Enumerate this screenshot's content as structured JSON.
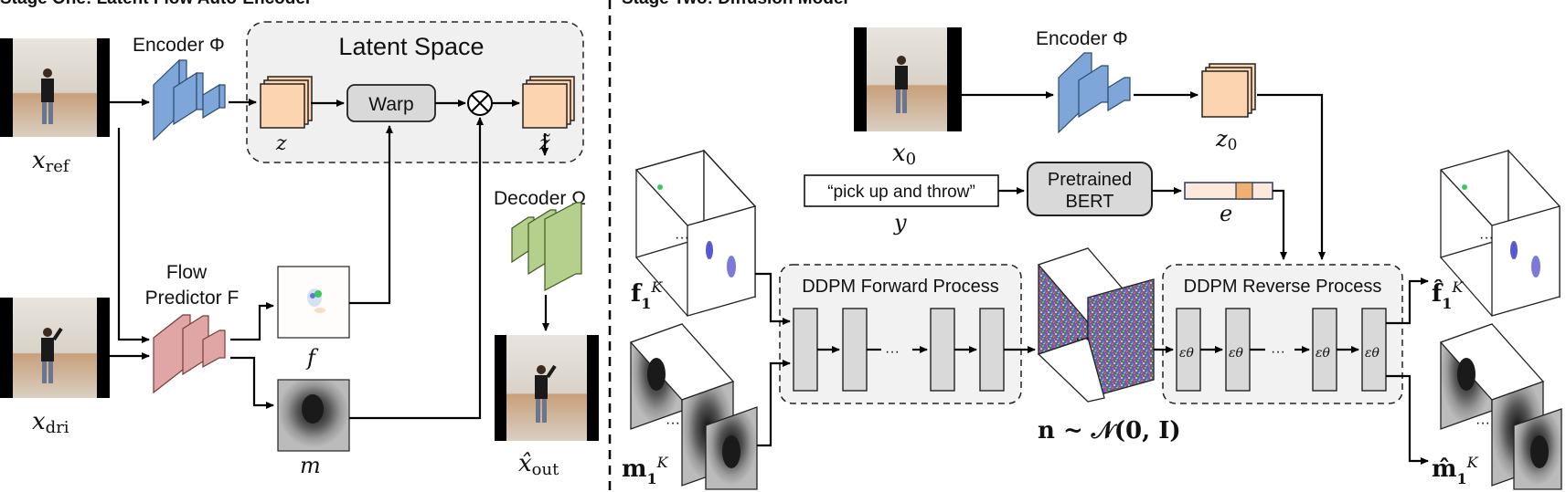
{
  "stage1": {
    "title": "Stage One: Latent Flow Auto-Encoder"
  },
  "stage2": {
    "title": "Stage Two: Diffusion Model"
  },
  "s1": {
    "encoder_label": "Encoder Φ",
    "latent_space_label": "Latent Space",
    "warp_label": "Warp",
    "z_label": "z",
    "z_tilde_label": "z̃",
    "decoder_label": "Decoder Ω",
    "flow_predictor_line1": "Flow",
    "flow_predictor_line2": "Predictor F",
    "x_ref_label": "xref",
    "x_dri_label": "xdri",
    "f_label": "f",
    "m_label": "m",
    "x_out_label": "x̂out"
  },
  "s2": {
    "encoder_label": "Encoder Φ",
    "x0_label": "x0",
    "z0_label": "z0",
    "text_prompt": "“pick up and throw”",
    "y_label": "y",
    "bert_line1": "Pretrained",
    "bert_line2": "BERT",
    "e_label": "e",
    "forward_label": "DDPM Forward Process",
    "reverse_label": "DDPM Reverse Process",
    "noise_label": "n ~ 𝒩(0, I)",
    "f1k_label": "f₁ᴷ",
    "m1k_label": "m₁ᴷ",
    "f1k_hat_label": "f̂₁ᴷ",
    "m1k_hat_label": "m̂₁ᴷ",
    "eps_label": "εθ",
    "dots": "···"
  },
  "colors": {
    "encoder_blue": "#7ea6d8",
    "latent_orange": "#fcd5b0",
    "flow_pink": "#e0a6a6",
    "decoder_green": "#b5cf8c",
    "latent_bg": "#f0f0f0",
    "warp_gray": "#d9d9d9",
    "bert_gray": "#d9d9d9",
    "e_orange": "#f0b070"
  }
}
